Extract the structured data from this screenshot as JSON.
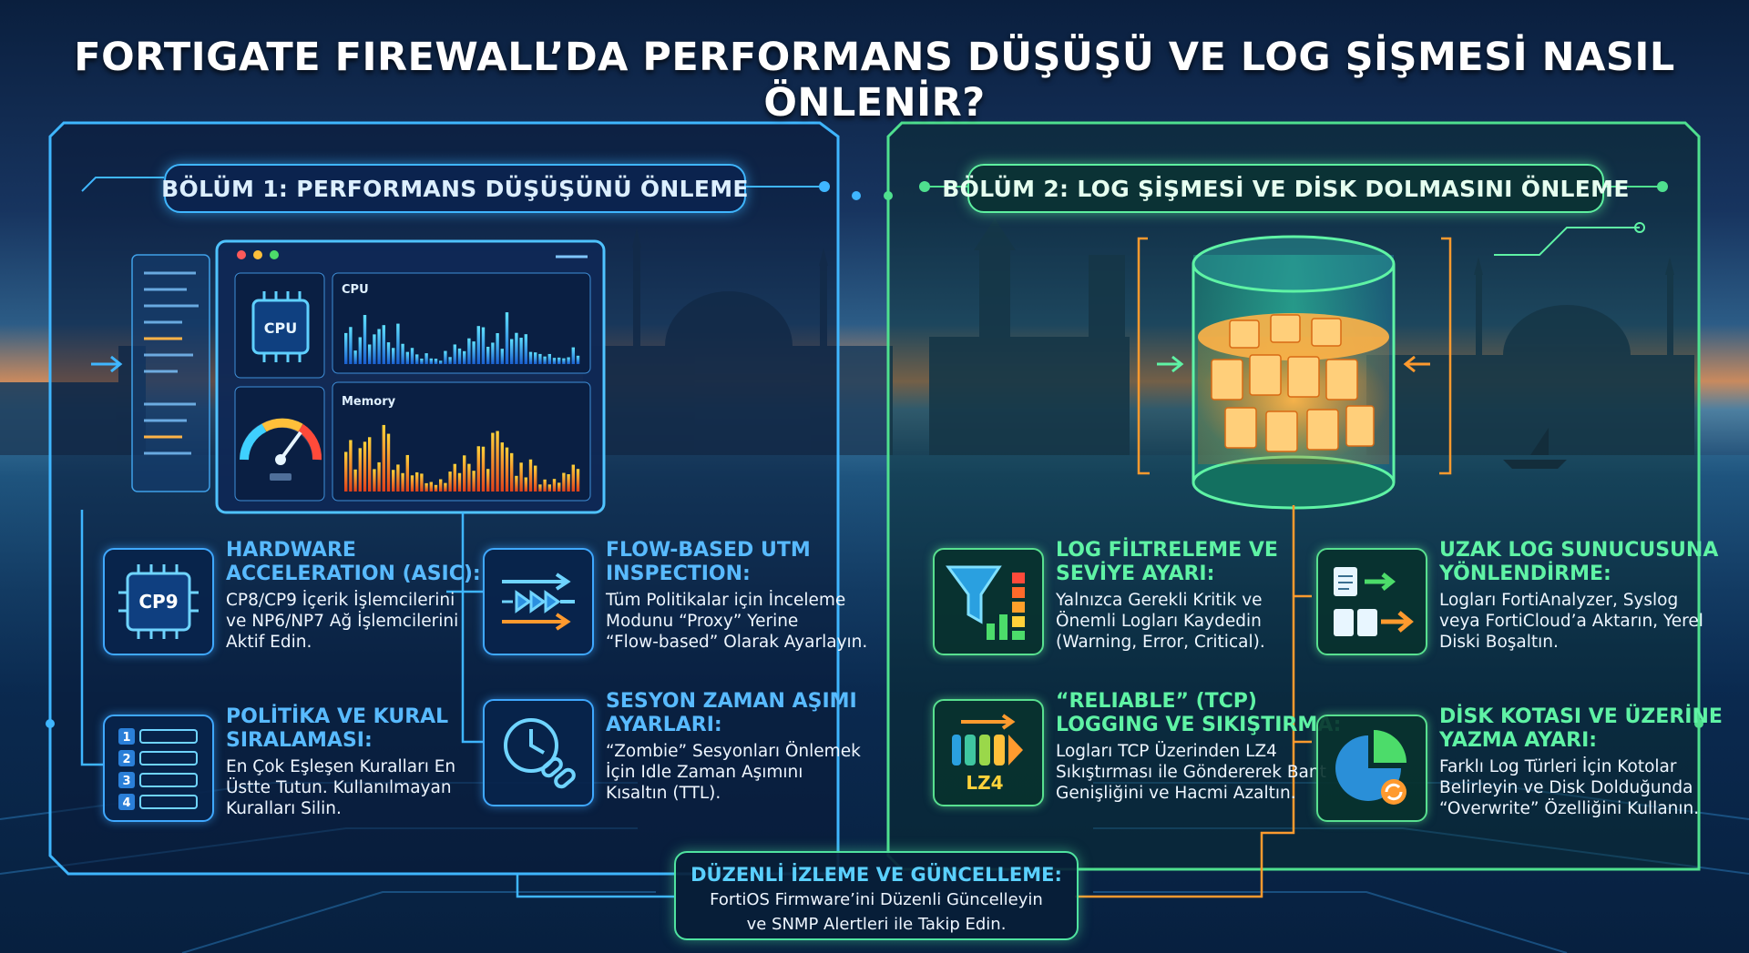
{
  "title": "FORTIGATE FIREWALL’DA PERFORMANS DÜŞÜŞÜ VE LOG ŞİŞMESİ NASIL ÖNLENİR?",
  "section1": {
    "header": "BÖLÜM 1: PERFORMANS DÜŞÜŞÜNÜ ÖNLEME",
    "dashboard": {
      "cpu_chip": "CPU",
      "cpu_label": "CPU",
      "memory_label": "Memory"
    },
    "cards": [
      {
        "title_l1": "HARDWARE",
        "title_l2": "ACCELERATION (ASIC):",
        "body_l1": "CP8/CP9 İçerik İşlemcilerini",
        "body_l2": "ve NP6/NP7 Ağ İşlemcilerini",
        "body_l3": "Aktif Edin.",
        "icon": "cp9-chip-icon",
        "icon_text": "CP9"
      },
      {
        "title_l1": "FLOW-BASED UTM",
        "title_l2": "INSPECTION:",
        "body_l1": "Tüm Politikalar için İnceleme",
        "body_l2": "Modunu “Proxy” Yerine",
        "body_l3": "“Flow-based” Olarak Ayarlayın.",
        "icon": "flow-arrows-icon"
      },
      {
        "title_l1": "POLİTİKA VE KURAL",
        "title_l2": "SIRALAMASI:",
        "body_l1": "En Çok Eşleşen Kuralları En",
        "body_l2": "Üstte Tutun. Kullanılmayan",
        "body_l3": "Kuralları Silin.",
        "icon": "numbered-list-icon",
        "list_numbers": [
          "1",
          "2",
          "3",
          "4"
        ]
      },
      {
        "title_l1": "SESYON ZAMAN AŞIMI",
        "title_l2": "AYARLARI:",
        "body_l1": "“Zombie” Sesyonları Önlemek",
        "body_l2": "İçin Idle Zaman Aşımını",
        "body_l3": "Kısaltın (TTL).",
        "icon": "clock-link-icon"
      }
    ]
  },
  "section2": {
    "header": "BÖLÜM 2: LOG ŞİŞMESİ VE DİSK DOLMASINI ÖNLEME",
    "cards": [
      {
        "title_l1": "LOG FİLTRELEME VE",
        "title_l2": "SEVİYE AYARI:",
        "body_l1": "Yalnızca Gerekli Kritik ve",
        "body_l2": "Önemli Logları Kaydedin",
        "body_l3": "(Warning, Error, Critical).",
        "icon": "funnel-icon"
      },
      {
        "title_l1": "UZAK LOG SUNUCUSUNA",
        "title_l2": "YÖNLENDİRME:",
        "body_l1": "Logları FortiAnalyzer, Syslog",
        "body_l2": "veya FortiCloud’a Aktarın, Yerel",
        "body_l3": "Diski Boşaltın.",
        "icon": "forward-documents-icon"
      },
      {
        "title_l1": "“RELIABLE” (TCP)",
        "title_l2": "LOGGING VE SIKIŞTIRMA:",
        "body_l1": "Logları TCP Üzerinden LZ4",
        "body_l2": "Sıkıştırması ile Göndererek Bant",
        "body_l3": "Genişliğini ve Hacmi Azaltın.",
        "icon": "lz4-compression-icon",
        "icon_text": "LZ4"
      },
      {
        "title_l1": "DİSK KOTASI VE ÜZERİNE",
        "title_l2": "YAZMA AYARI:",
        "body_l1": "Farklı Log Türleri İçin Kotolar",
        "body_l2": "Belirleyin ve Disk Dolduğunda",
        "body_l3": "“Overwrite” Özelliğini Kullanın.",
        "icon": "pie-quota-icon"
      }
    ]
  },
  "bottom": {
    "title": "DÜZENLİ İZLEME VE GÜNCELLEME:",
    "body_l1": "FortiOS Firmware’ini Düzenli Güncelleyin",
    "body_l2": "ve SNMP Alertleri ile Takip Edin."
  },
  "colors": {
    "blue_accent": "#3fb6ff",
    "green_accent": "#5ef0a0",
    "orange_accent": "#ff9a2e",
    "title_blue": "#58baff",
    "title_green": "#5ff3a5"
  }
}
